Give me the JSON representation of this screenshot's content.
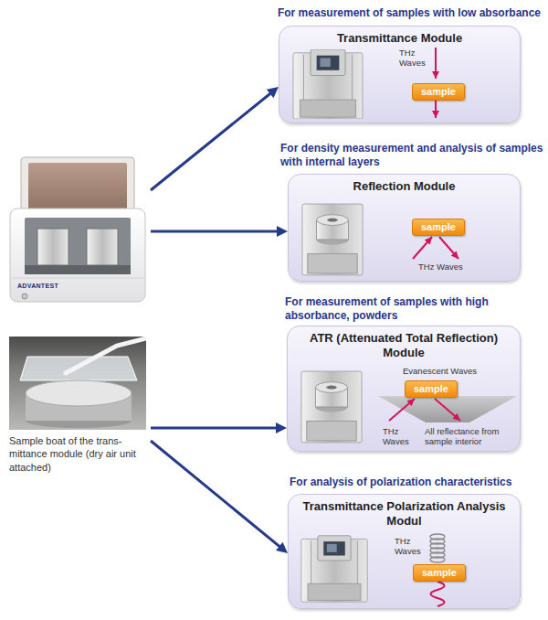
{
  "diagram": {
    "nodes": [
      {
        "text": [
          "ADVANTEST"
        ]
      },
      {
        "text": [
          "For measurement of samples with low absorbance",
          "Transmittance Module"
        ]
      },
      {
        "text": [
          "sample"
        ],
        "in": 1
      },
      {
        "text": [
          "For density measurement and analysis of samples with internal layers",
          "Reflection Module"
        ]
      },
      {
        "text": [
          "sample"
        ],
        "in": 3
      },
      {
        "text": [
          "Sample boat of the trans- mittance module (dry air unit attached)"
        ]
      },
      {
        "text": [
          "For measurement of samples with high absorbance, powders",
          "ATR (Attenuated Total Reflection) Module"
        ]
      },
      {
        "text": [
          "sample"
        ],
        "in": 6
      },
      {
        "text": [
          "For analysis of polarization characteristics",
          "Transmittance Polarization Analysis Modul"
        ]
      },
      {
        "text": [
          "sample"
        ],
        "in": 8
      }
    ],
    "edges": [
      {
        "from": 0,
        "to": 1,
        "arrow": "to"
      },
      {
        "from": 0,
        "to": 3,
        "arrow": "to"
      },
      {
        "from": 5,
        "to": 6,
        "arrow": "to"
      },
      {
        "from": 5,
        "to": 8,
        "arrow": "to"
      }
    ],
    "labels": [
      "THz Waves",
      "THz Waves",
      "Evanescent Waves",
      "THz Waves",
      "All reflectance from sample interior",
      "THz Waves"
    ]
  }
}
